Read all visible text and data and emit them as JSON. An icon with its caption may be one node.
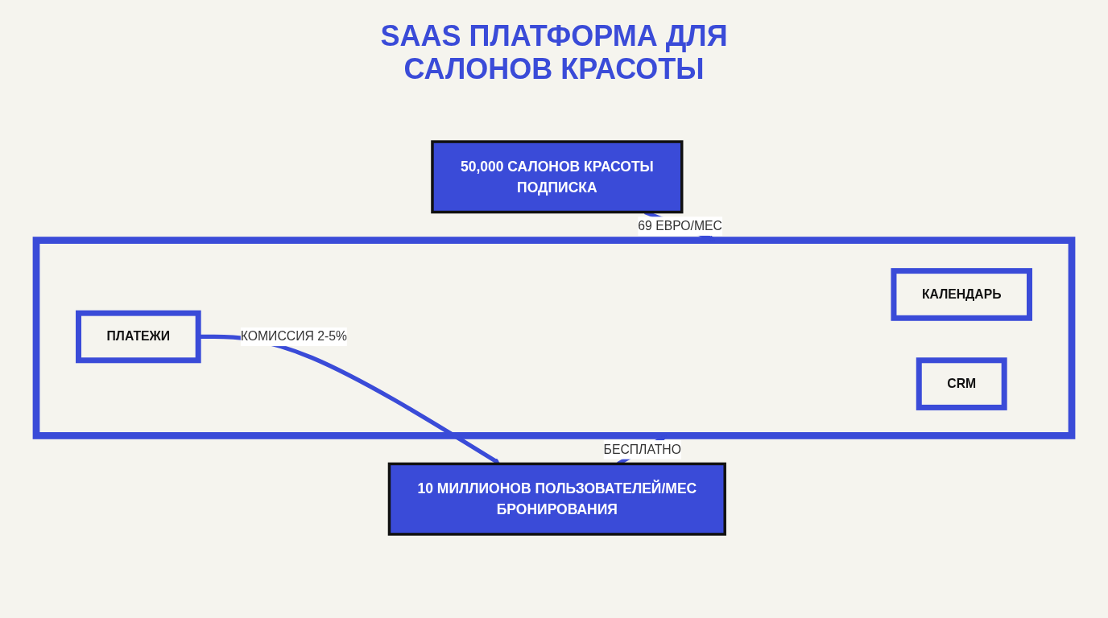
{
  "diagram": {
    "title": "SAAS ПЛАТФОРМА ДЛЯ САЛОНОВ КРАСОТЫ",
    "nodes": [
      {
        "text": [
          "50,000 САЛОНОВ КРАСОТЫ",
          "ПОДПИСКА"
        ]
      },
      {
        "text": [],
        "shape": "box"
      },
      {
        "text": [
          "КАЛЕНДАРЬ"
        ],
        "in": 1
      },
      {
        "text": [
          "ПЛАТЕЖИ"
        ],
        "in": 1
      },
      {
        "text": [
          "CRM"
        ],
        "in": 1
      },
      {
        "text": [
          "10 МИЛЛИОНОВ ПОЛЬЗОВАТЕЛЕЙ/МЕС",
          "БРОНИРОВАНИЯ"
        ]
      }
    ],
    "edges": [
      {
        "from": 0,
        "to": 1,
        "arrow": "to",
        "label": "69 ЕВРО/МЕС"
      },
      {
        "from": 3,
        "to": 5,
        "arrow": "to",
        "label": "КОМИССИЯ 2-5%"
      },
      {
        "from": 5,
        "to": 1,
        "arrow": "to",
        "label": "БЕСПЛАТНО"
      }
    ]
  }
}
